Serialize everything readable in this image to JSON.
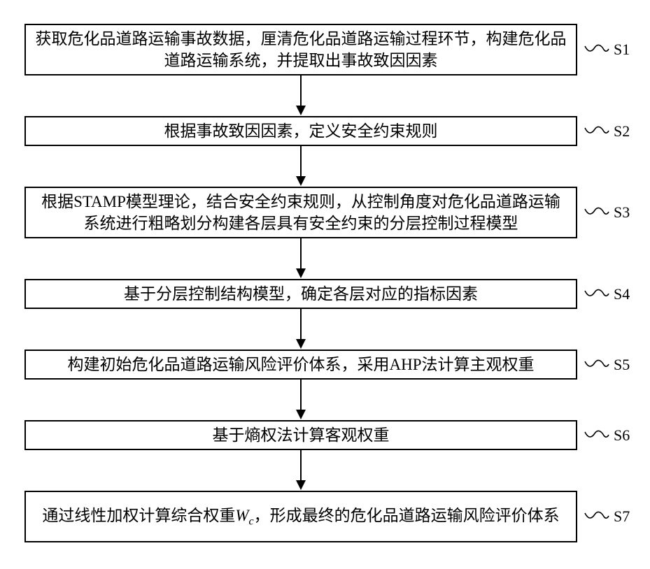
{
  "diagram": {
    "type": "flowchart",
    "colors": {
      "line": "#000000",
      "background": "#ffffff",
      "text": "#000000"
    },
    "steps": [
      {
        "id": "S1",
        "text": "获取危化品道路运输事故数据，厘清危化品道路运输过程环节，构建危化品道路运输系统，并提取出事故致因因素"
      },
      {
        "id": "S2",
        "text": "根据事故致因因素，定义安全约束规则"
      },
      {
        "id": "S3",
        "text": "根据STAMP模型理论，结合安全约束规则，从控制角度对危化品道路运输系统进行粗略划分构建各层具有安全约束的分层控制过程模型"
      },
      {
        "id": "S4",
        "text": "基于分层控制结构模型，确定各层对应的指标因素"
      },
      {
        "id": "S5",
        "text": "构建初始危化品道路运输风险评价体系，采用AHP法计算主观权重"
      },
      {
        "id": "S6",
        "text": "基于熵权法计算客观权重"
      },
      {
        "id": "S7",
        "text_prefix": "通过线性加权计算综合权重",
        "formula_variable": "W",
        "formula_subscript": "c",
        "text_suffix": "，形成最终的危化品道路运输风险评价体系"
      }
    ]
  }
}
